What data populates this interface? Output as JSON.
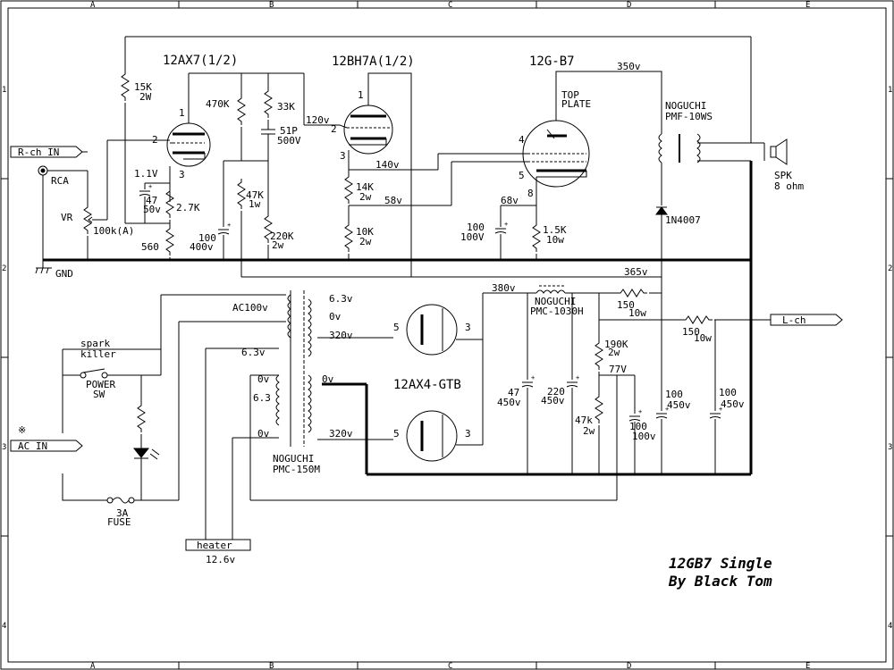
{
  "title": {
    "line1": "12GB7 Single",
    "line2": "By Black Tom"
  },
  "ruler": {
    "cols": [
      "A",
      "B",
      "C",
      "D",
      "E"
    ],
    "rows": [
      "1",
      "2",
      "3",
      "4"
    ]
  },
  "tubes": {
    "v1": "12AX7(1/2)",
    "v2": "12BH7A(1/2)",
    "v3": "12G-B7",
    "v3_note1": "TOP",
    "v3_note2": "PLATE",
    "rect": "12AX4-GTB"
  },
  "pins": {
    "v1_plate": "1",
    "v1_grid": "2",
    "v1_cath": "3",
    "v2_plate": "1",
    "v2_grid": "2",
    "v2_cath": "3",
    "v3_g1": "4",
    "v3_g2": "5",
    "v3_cath": "8",
    "r1_k": "5",
    "r1_p": "3",
    "r2_k": "5",
    "r2_p": "3"
  },
  "inputs": {
    "rch": "R-ch IN",
    "rca": "RCA",
    "vr": "VR",
    "vr_value": "100k(A)",
    "gnd": "GND",
    "ac_in": "AC IN",
    "asterisk": "※",
    "lch": "L-ch"
  },
  "components": {
    "r_15k": "15K",
    "r_15k_w": "2W",
    "r_470k": "470K",
    "r_33k": "33K",
    "c_51p": "51P",
    "c_51p_v": "500V",
    "r_47k": "47K",
    "r_47k_w": "1w",
    "r_220k": "220K",
    "r_220k_w": "2w",
    "c_100_400": "100",
    "c_100_400_v": "400v",
    "v_1_1": "1.1V",
    "c_47_50": "47",
    "c_47_50_v": "50v",
    "r_2_7k": "2.7K",
    "r_560": "560",
    "r_14k": "14K",
    "r_14k_w": "2w",
    "r_10k": "10K",
    "r_10k_w": "2w",
    "c_100_100": "100",
    "c_100_100_v": "100V",
    "r_1_5k": "1.5K",
    "r_1_5k_w": "10w",
    "diode": "1N4007",
    "opt": "NOGUCHI",
    "opt_model": "PMF-10WS",
    "spk": "SPK",
    "spk_ohm": "8 ohm",
    "choke": "NOGUCHI",
    "choke_model": "PMC-1030H",
    "r_150a": "150",
    "r_150a_w": "10w",
    "r_150b": "150",
    "r_150b_w": "10w",
    "r_190k": "190K",
    "r_190k_w": "2w",
    "r_47k_b": "47k",
    "r_47k_b_w": "2w",
    "c_47_450": "47",
    "c_47_450_v": "450v",
    "c_220_450": "220",
    "c_220_450_v": "450v",
    "c_100_100b": "100",
    "c_100_100b_v": "100v",
    "c_100_450a": "100",
    "c_100_450a_v": "450v",
    "c_100_450b": "100",
    "c_100_450b_v": "450v",
    "pt": "NOGUCHI",
    "pt_model": "PMC-150M",
    "spark1": "spark",
    "spark2": "killer",
    "power1": "POWER",
    "power2": "SW",
    "fuse1": "3A",
    "fuse2": "FUSE",
    "heater": "heater",
    "heater_v": "12.6v"
  },
  "voltages": {
    "v350": "350v",
    "v120": "120v",
    "v140": "140v",
    "v58": "58v",
    "v68": "68v",
    "v365": "365v",
    "v380": "380v",
    "v77": "77V",
    "pt_63a": "6.3v",
    "pt_0a": "0v",
    "pt_320a": "320v",
    "pt_ac100": "AC100v",
    "pt_63b": "6.3v",
    "pt_0b": "0v",
    "pt_0c": "0v",
    "pt_63c": "6.3",
    "pt_0d": "0v",
    "pt_320b": "320v"
  }
}
